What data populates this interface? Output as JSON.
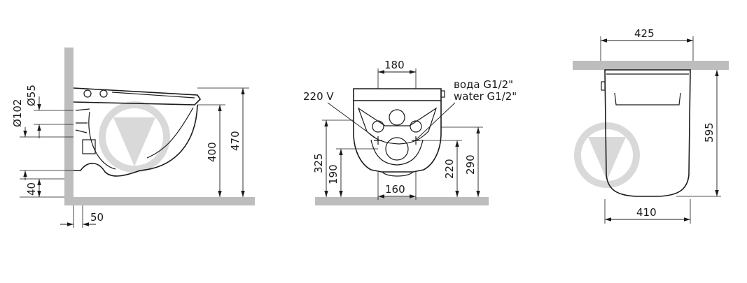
{
  "side_view": {
    "dia_102": "Ø102",
    "dia_55": "Ø55",
    "dim_40": "40",
    "dim_50": "50",
    "dim_400": "400",
    "dim_470": "470"
  },
  "front_view": {
    "dim_180": "180",
    "dim_160": "160",
    "dim_325": "325",
    "dim_190": "190",
    "dim_220": "220",
    "dim_290": "290",
    "power_label": "220 V",
    "water_label_ru": "вода G1/2\"",
    "water_label_en": "water G1/2\""
  },
  "top_view": {
    "dim_425": "425",
    "dim_410": "410",
    "dim_595": "595"
  }
}
